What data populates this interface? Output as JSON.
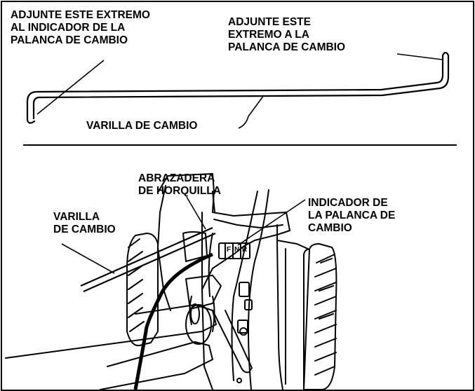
{
  "top_diagram": {
    "label_indicator_end": "ADJUNTE ESTE EXTREMO\nAL INDICADOR DE LA\nPALANCA DE CAMBIO",
    "label_lever_end": "ADJUNTE ESTE\nEXTREMO A LA\nPALANCA DE CAMBIO",
    "label_rod": "VARILLA DE CAMBIO"
  },
  "bottom_diagram": {
    "label_clamp": "ABRAZADERA\nDE HORQUILLA",
    "label_rod": "VARILLA\nDE CAMBIO",
    "label_indicator": "INDICADOR DE\nLA PALANCA DE\nCAMBIO",
    "indicator_letters": [
      "F",
      "N",
      "R"
    ]
  },
  "colors": {
    "ink": "#000000",
    "background": "#ffffff"
  }
}
